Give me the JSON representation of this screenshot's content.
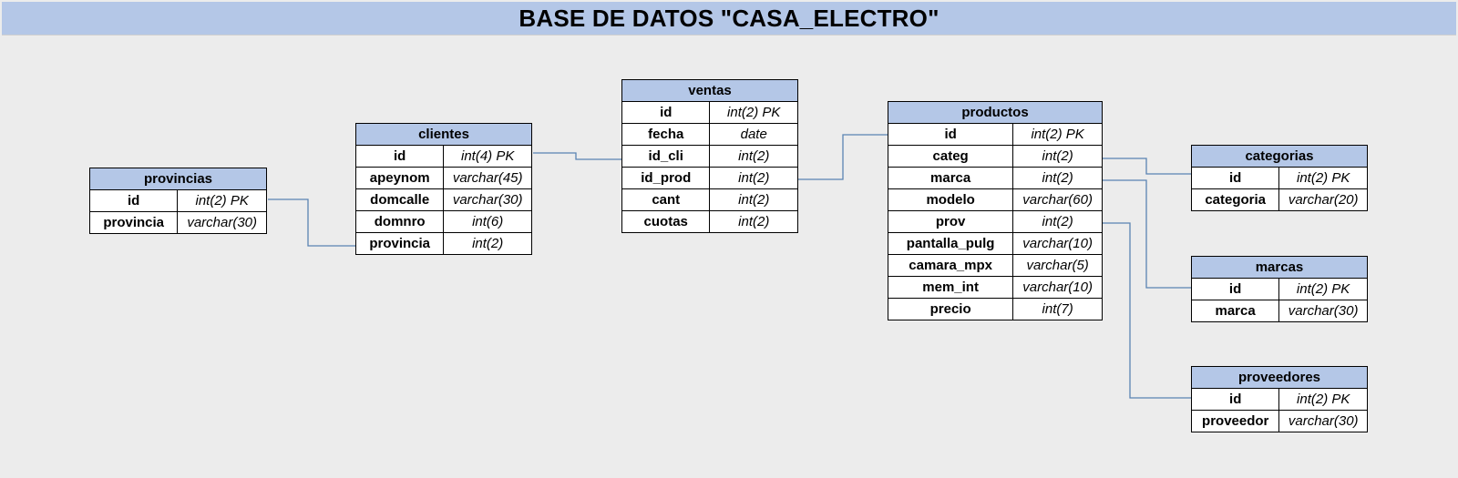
{
  "title": "BASE DE DATOS \"CASA_ELECTRO\"",
  "tables": {
    "provincias": {
      "name": "provincias",
      "fields": [
        {
          "name": "id",
          "type": "int(2) PK"
        },
        {
          "name": "provincia",
          "type": "varchar(30)"
        }
      ]
    },
    "clientes": {
      "name": "clientes",
      "fields": [
        {
          "name": "id",
          "type": "int(4) PK"
        },
        {
          "name": "apeynom",
          "type": "varchar(45)"
        },
        {
          "name": "domcalle",
          "type": "varchar(30)"
        },
        {
          "name": "domnro",
          "type": "int(6)"
        },
        {
          "name": "provincia",
          "type": "int(2)"
        }
      ]
    },
    "ventas": {
      "name": "ventas",
      "fields": [
        {
          "name": "id",
          "type": "int(2) PK"
        },
        {
          "name": "fecha",
          "type": "date"
        },
        {
          "name": "id_cli",
          "type": "int(2)"
        },
        {
          "name": "id_prod",
          "type": "int(2)"
        },
        {
          "name": "cant",
          "type": "int(2)"
        },
        {
          "name": "cuotas",
          "type": "int(2)"
        }
      ]
    },
    "productos": {
      "name": "productos",
      "fields": [
        {
          "name": "id",
          "type": "int(2) PK"
        },
        {
          "name": "categ",
          "type": "int(2)"
        },
        {
          "name": "marca",
          "type": "int(2)"
        },
        {
          "name": "modelo",
          "type": "varchar(60)"
        },
        {
          "name": "prov",
          "type": "int(2)"
        },
        {
          "name": "pantalla_pulg",
          "type": "varchar(10)"
        },
        {
          "name": "camara_mpx",
          "type": "varchar(5)"
        },
        {
          "name": "mem_int",
          "type": "varchar(10)"
        },
        {
          "name": "precio",
          "type": "int(7)"
        }
      ]
    },
    "categorias": {
      "name": "categorias",
      "fields": [
        {
          "name": "id",
          "type": "int(2) PK"
        },
        {
          "name": "categoria",
          "type": "varchar(20)"
        }
      ]
    },
    "marcas": {
      "name": "marcas",
      "fields": [
        {
          "name": "id",
          "type": "int(2) PK"
        },
        {
          "name": "marca",
          "type": "varchar(30)"
        }
      ]
    },
    "proveedores": {
      "name": "proveedores",
      "fields": [
        {
          "name": "id",
          "type": "int(2) PK"
        },
        {
          "name": "proveedor",
          "type": "varchar(30)"
        }
      ]
    }
  },
  "relations": [
    {
      "from": "provincias.id",
      "to": "clientes.provincia"
    },
    {
      "from": "clientes.id",
      "to": "ventas.id_cli"
    },
    {
      "from": "ventas.id_prod",
      "to": "productos.id"
    },
    {
      "from": "productos.categ",
      "to": "categorias.id"
    },
    {
      "from": "productos.marca",
      "to": "marcas.id"
    },
    {
      "from": "productos.prov",
      "to": "proveedores.id"
    }
  ],
  "colors": {
    "header_fill": "#b4c7e7",
    "background": "#ececec",
    "connector": "#5a83b3"
  }
}
